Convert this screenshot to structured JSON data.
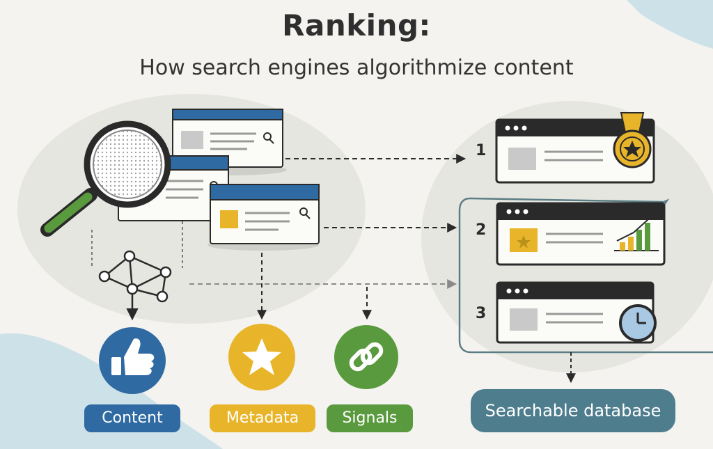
{
  "header": {
    "title": "Ranking:",
    "subtitle": "How search engines algorithmize content"
  },
  "categories": [
    {
      "label": "Content",
      "icon": "thumbs-up-icon",
      "color": "#2f6aa3"
    },
    {
      "label": "Metadata",
      "icon": "star-icon",
      "color": "#e8b52a"
    },
    {
      "label": "Signals",
      "icon": "chain-link-icon",
      "color": "#5a9a3e"
    }
  ],
  "ranking": [
    {
      "rank": "1",
      "badge": "gold-medal-icon"
    },
    {
      "rank": "2",
      "badge": "growth-bars-icon"
    },
    {
      "rank": "3",
      "badge": "clock-icon"
    }
  ],
  "database": {
    "label": "Searchable database",
    "color": "#4e7d8d"
  },
  "colors": {
    "browser_blue": "#2f6aa3",
    "browser_dark": "#2a2a2a",
    "accent_yellow": "#e8b52a",
    "accent_green": "#5a9a3e"
  }
}
